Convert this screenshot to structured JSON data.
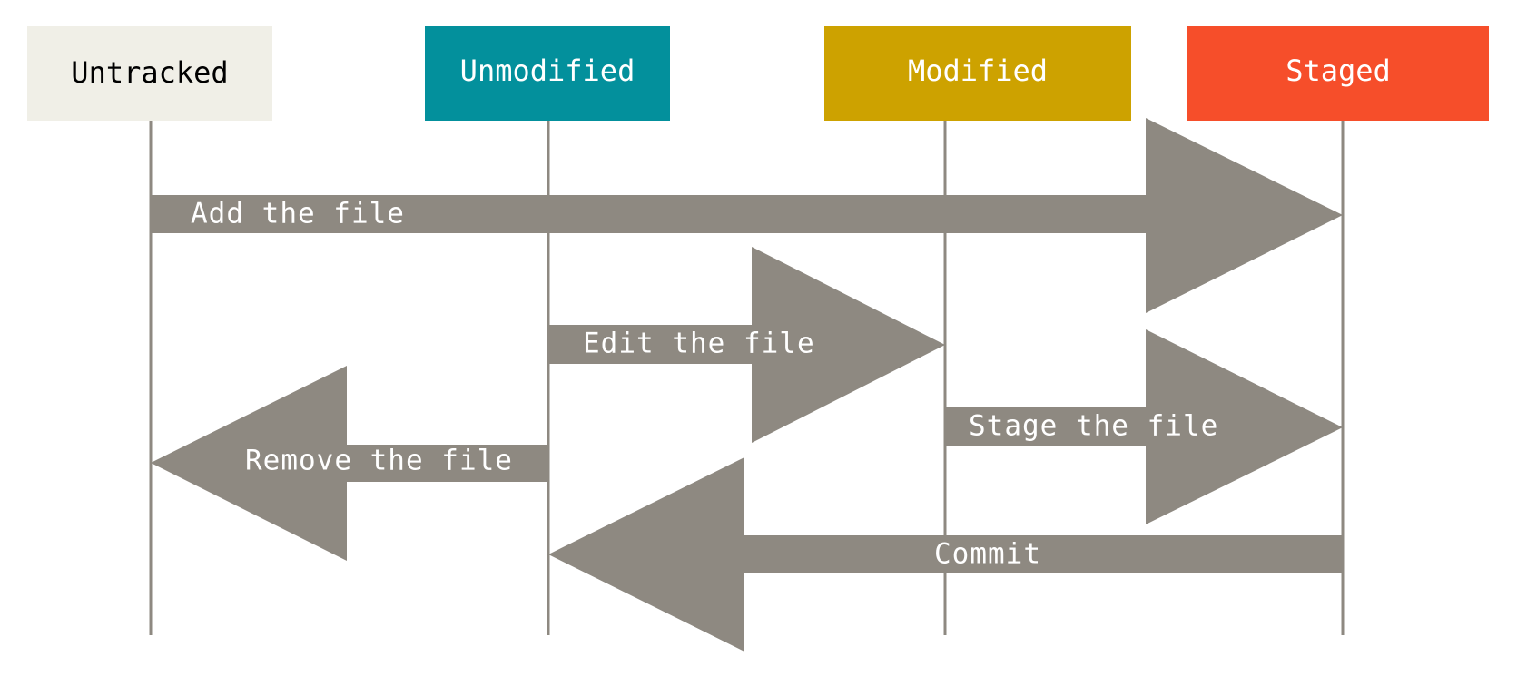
{
  "states": {
    "untracked": {
      "label": "Untracked",
      "fill": "#f0efe7",
      "text_color": "#000000"
    },
    "unmodified": {
      "label": "Unmodified",
      "fill": "#03909c",
      "text_color": "#ffffff"
    },
    "modified": {
      "label": "Modified",
      "fill": "#cda200",
      "text_color": "#ffffff"
    },
    "staged": {
      "label": "Staged",
      "fill": "#f64e2a",
      "text_color": "#ffffff"
    }
  },
  "transitions": {
    "add": {
      "label": "Add the file",
      "from": "Untracked",
      "to": "Staged"
    },
    "edit": {
      "label": "Edit the file",
      "from": "Unmodified",
      "to": "Modified"
    },
    "stage": {
      "label": "Stage the file",
      "from": "Modified",
      "to": "Staged"
    },
    "remove": {
      "label": "Remove the file",
      "from": "Unmodified",
      "to": "Untracked"
    },
    "commit": {
      "label": "Commit",
      "from": "Staged",
      "to": "Unmodified"
    }
  },
  "colors": {
    "arrow": "#8e8981",
    "lifeline": "#8e8981"
  }
}
